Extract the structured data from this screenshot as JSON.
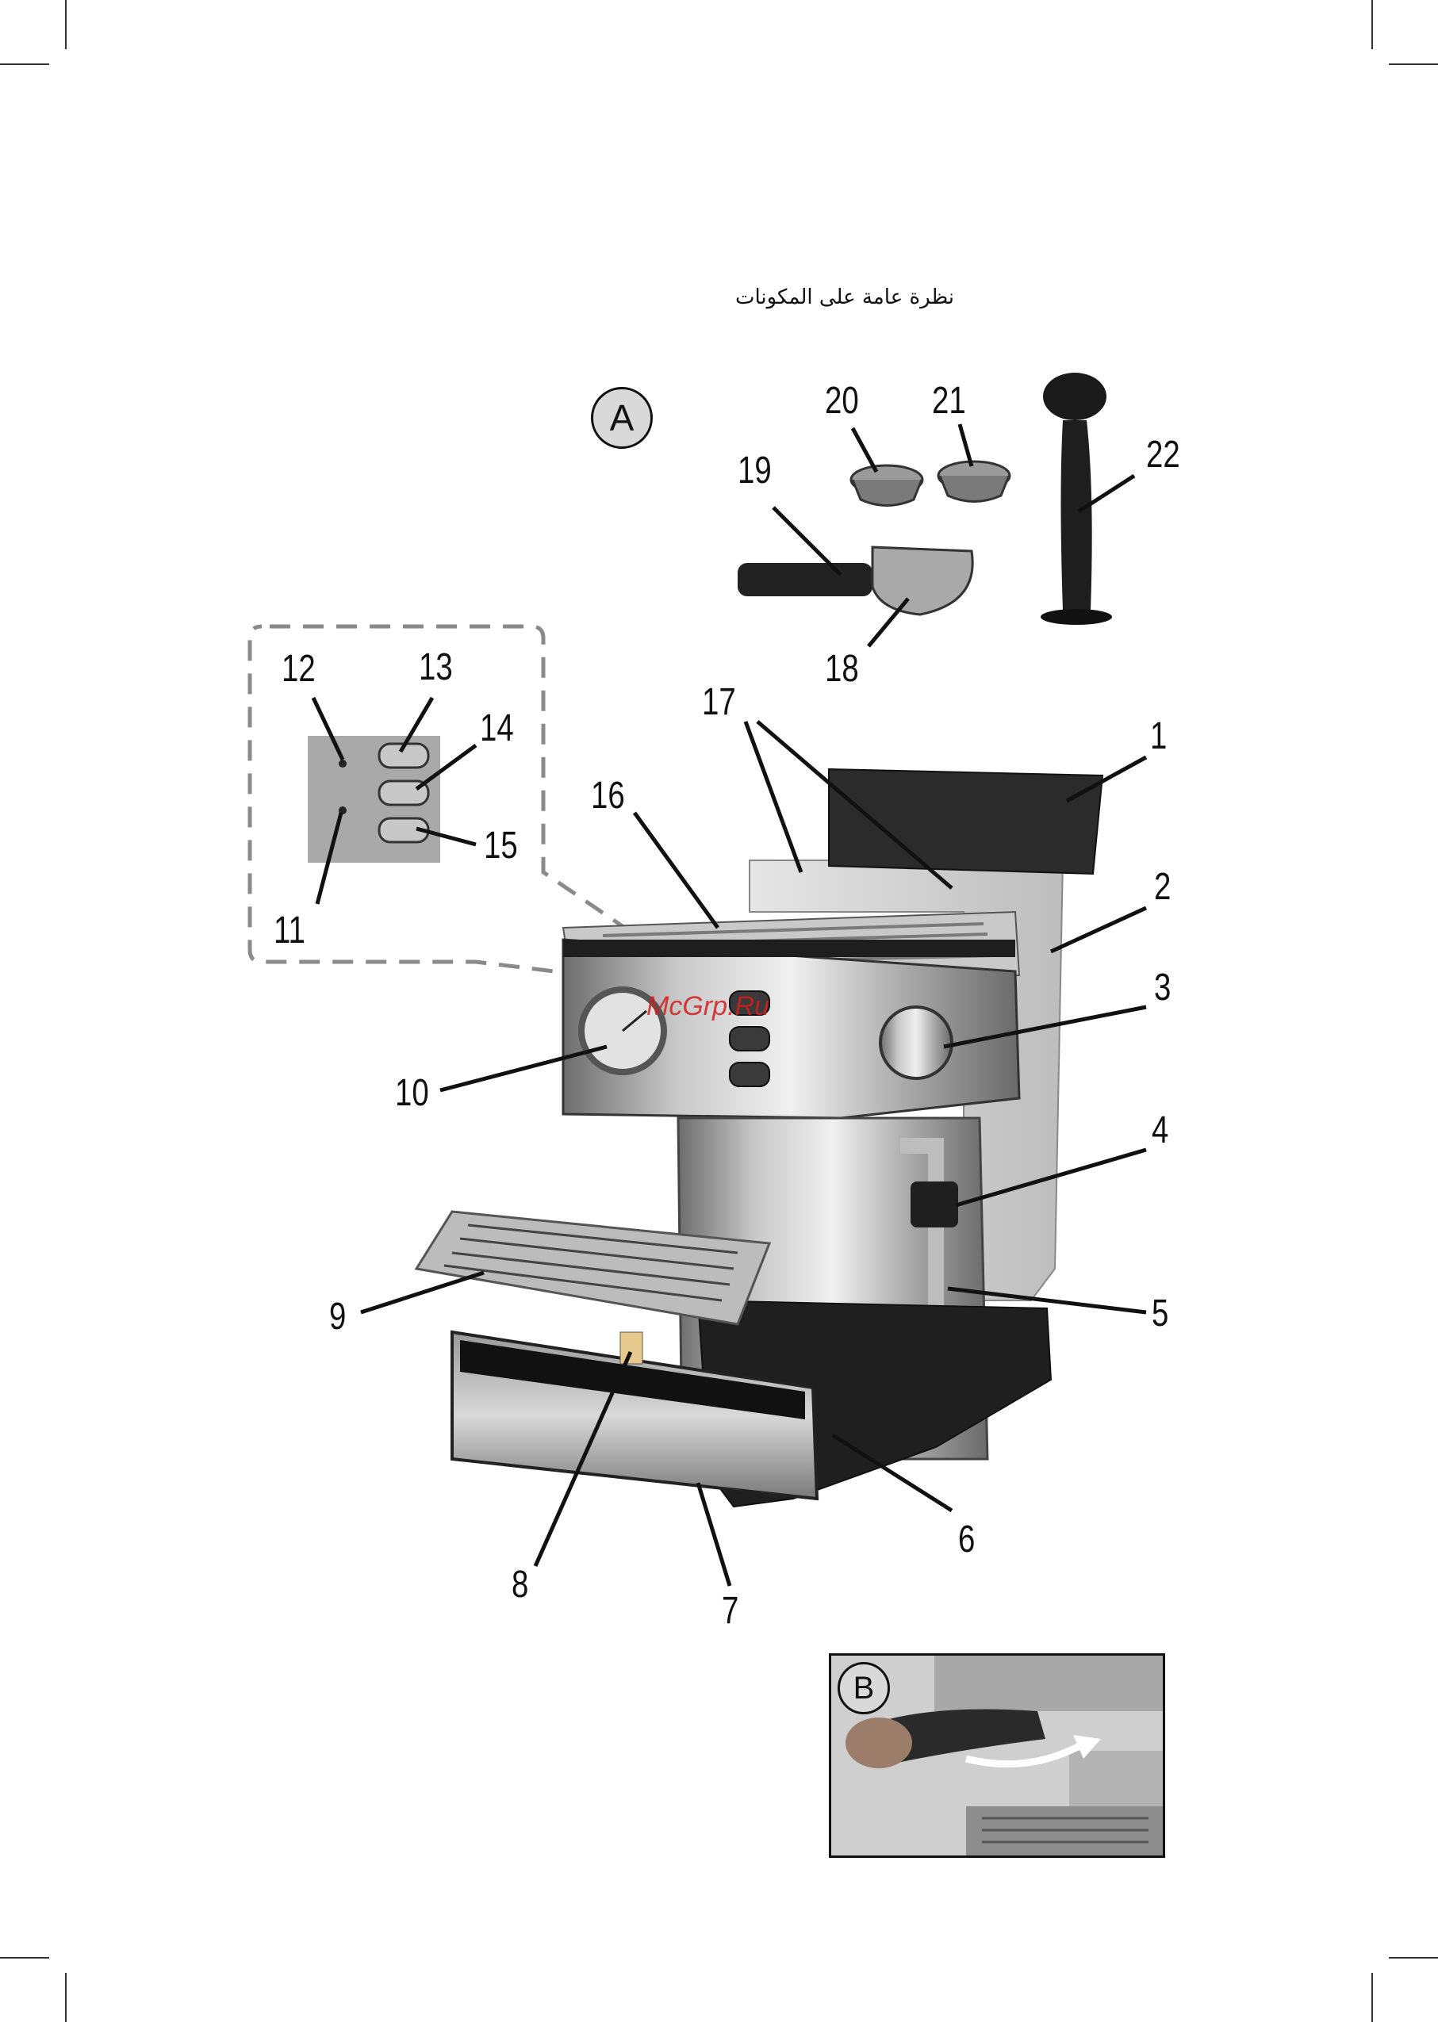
{
  "document": {
    "title": "نظرة عامة على المكونات",
    "watermark": "McGrp.Ru",
    "figure_a_label": "A",
    "figure_b_label": "B",
    "part_numbers": [
      "1",
      "2",
      "3",
      "4",
      "5",
      "6",
      "7",
      "8",
      "9",
      "10",
      "11",
      "12",
      "13",
      "14",
      "15",
      "16",
      "17",
      "18",
      "19",
      "20",
      "21",
      "22"
    ]
  }
}
